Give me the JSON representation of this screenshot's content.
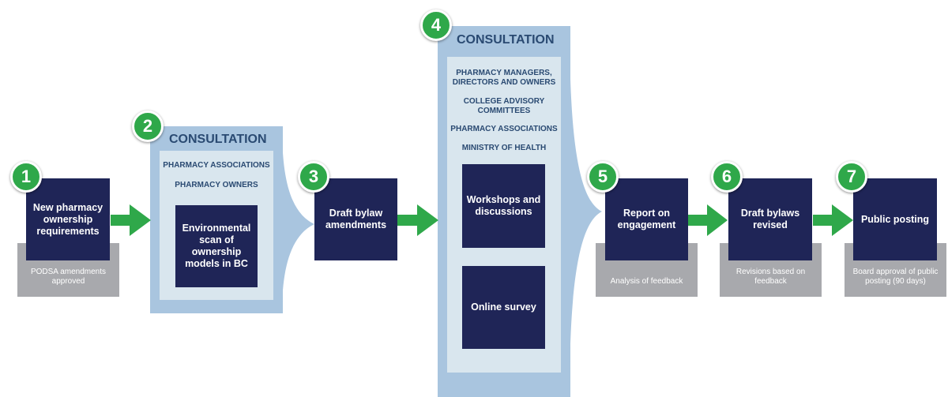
{
  "steps": [
    {
      "number": "1",
      "label": "New pharmacy ownership requirements",
      "note": "PODSA amendments approved"
    },
    {
      "number": "2",
      "title": "CONSULTATION",
      "participants": [
        "PHARMACY ASSOCIATIONS",
        "PHARMACY OWNERS"
      ],
      "activity": "Environmental scan of ownership models in BC"
    },
    {
      "number": "3",
      "label": "Draft bylaw amendments"
    },
    {
      "number": "4",
      "title": "CONSULTATION",
      "participants": [
        "PHARMACY MANAGERS, DIRECTORS AND OWNERS",
        "COLLEGE ADVISORY COMMITTEES",
        "PHARMACY ASSOCIATIONS",
        "MINISTRY OF HEALTH"
      ],
      "activities": [
        "Workshops and discussions",
        "Online survey"
      ]
    },
    {
      "number": "5",
      "label": "Report on engagement",
      "note": "Analysis of feedback"
    },
    {
      "number": "6",
      "label": "Draft bylaws revised",
      "note": "Revisions based on feedback"
    },
    {
      "number": "7",
      "label": "Public posting",
      "note": "Board approval of public posting (90 days)"
    }
  ],
  "colors": {
    "navy": "#1f2557",
    "panel": "#a9c5df",
    "inner": "#d9e6ee",
    "green": "#2fa84a",
    "grey": "#a8a9ad",
    "title": "#2a4a72"
  }
}
